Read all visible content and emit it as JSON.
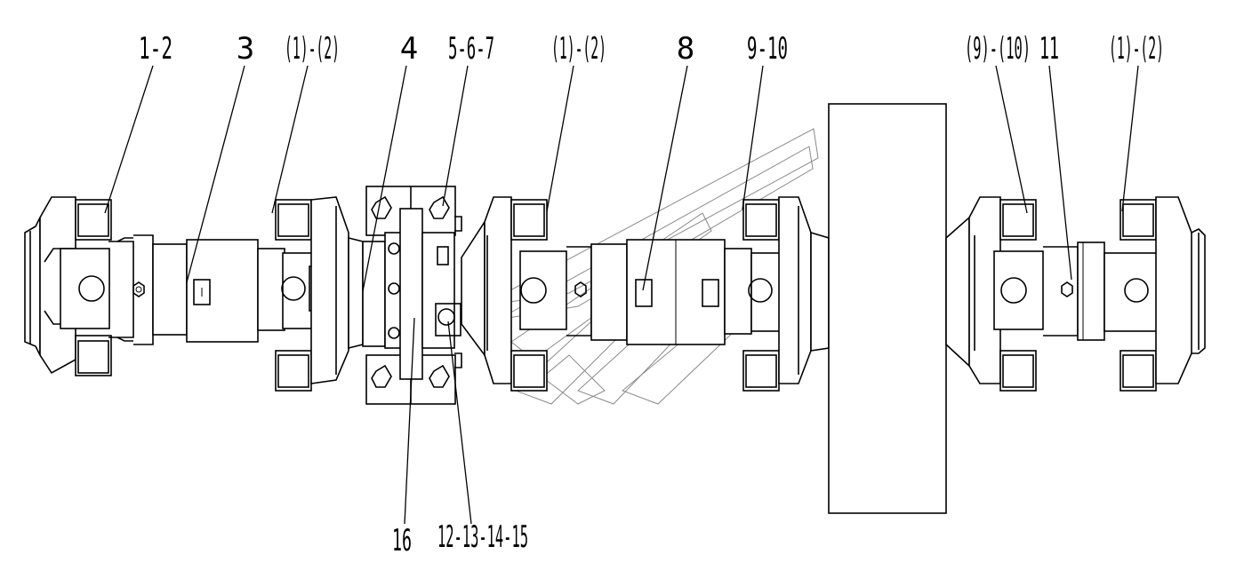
{
  "callouts": [
    {
      "id": "c1",
      "text": "1-2"
    },
    {
      "id": "c2",
      "text": "3"
    },
    {
      "id": "c3",
      "text": "(1)-(2)"
    },
    {
      "id": "c4",
      "text": "4"
    },
    {
      "id": "c5",
      "text": "5-6-7"
    },
    {
      "id": "c6",
      "text": "(1)-(2)"
    },
    {
      "id": "c7",
      "text": "8"
    },
    {
      "id": "c8",
      "text": "9-10"
    },
    {
      "id": "c9",
      "text": "(9)-(10)"
    },
    {
      "id": "c10",
      "text": "11"
    },
    {
      "id": "c11",
      "text": "(1)-(2)"
    },
    {
      "id": "c12",
      "text": "16"
    },
    {
      "id": "c13",
      "text": "12-13-14-15"
    }
  ]
}
